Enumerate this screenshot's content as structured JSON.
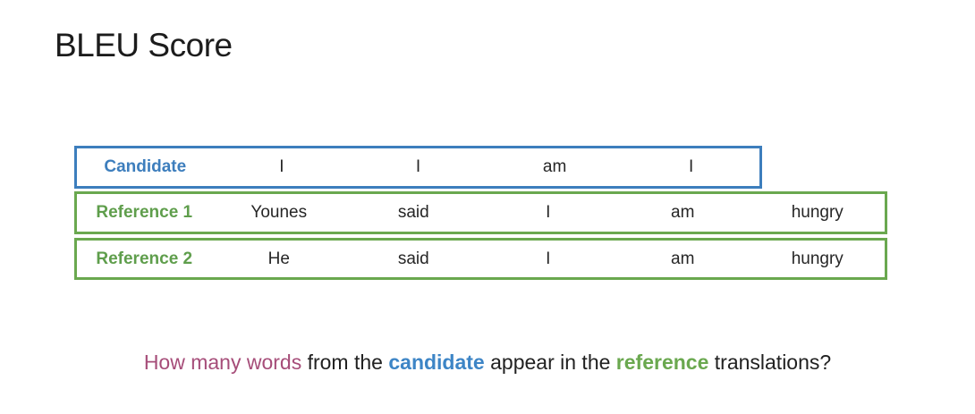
{
  "slide": {
    "title": "BLEU Score"
  },
  "table": {
    "candidate_row": {
      "label": "Candidate",
      "words": [
        "I",
        "I",
        "am",
        "I"
      ]
    },
    "reference_rows": [
      {
        "label": "Reference 1",
        "words": [
          "Younes",
          "said",
          "I",
          "am",
          "hungry"
        ]
      },
      {
        "label": "Reference 2",
        "words": [
          "He",
          "said",
          "I",
          "am",
          "hungry"
        ]
      }
    ]
  },
  "question": {
    "how_many_words": "How many words",
    "from_the": " from the ",
    "candidate": "candidate",
    "appear_in_the": " appear in the ",
    "reference": "reference",
    "translations": " translations?"
  },
  "colors": {
    "candidate_blue": "#3d7ebd",
    "question_candidate_blue": "#3d85c6",
    "reference_green": "#6aa84f",
    "question_mauve": "#a64d79",
    "text_dark": "#212121",
    "background": "#ffffff"
  }
}
